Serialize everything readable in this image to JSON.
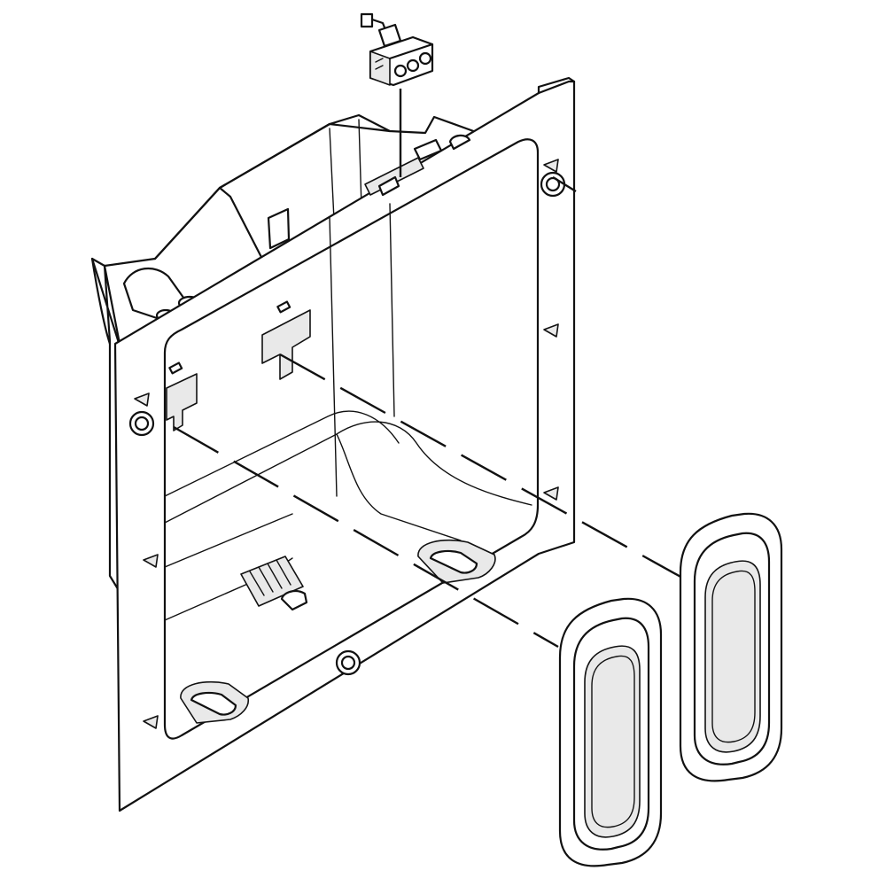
{
  "diagram": {
    "parts": [
      {
        "id": "wall-box",
        "icon": "mounting-frame-icon"
      },
      {
        "id": "connector",
        "icon": "electrical-connector-icon"
      },
      {
        "id": "cover-left",
        "icon": "rounded-cover-icon"
      },
      {
        "id": "cover-right",
        "icon": "rounded-cover-icon"
      }
    ],
    "colors": {
      "stroke": "#111111",
      "background": "#ffffff",
      "shade": "#e9e9e9"
    }
  }
}
